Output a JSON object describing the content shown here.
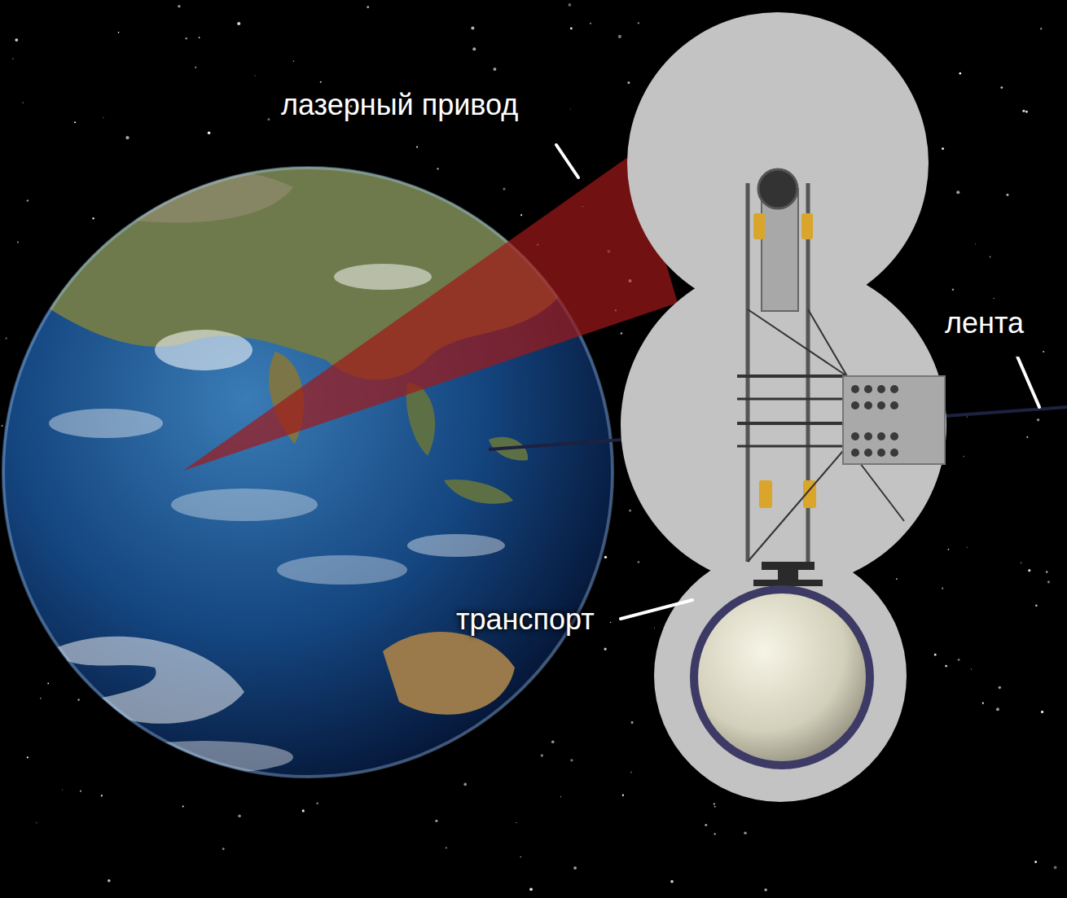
{
  "diagram": {
    "labels": [
      "лазерный привод",
      "лента",
      "транспорт"
    ]
  }
}
